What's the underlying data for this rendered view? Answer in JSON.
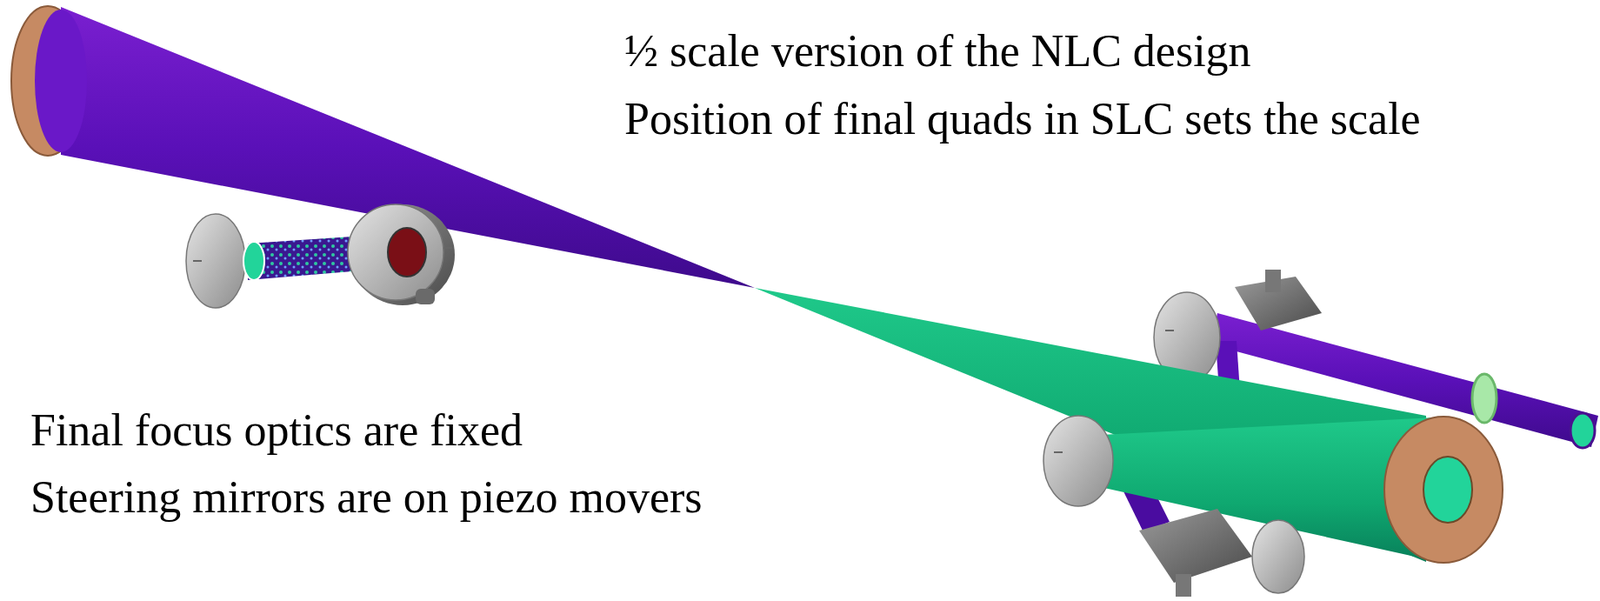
{
  "diagram": {
    "labels": [
      "½ scale version of the NLC design",
      "Position of final quads in SLC sets the scale",
      "Final focus optics are fixed",
      "Steering mirrors are on piezo movers"
    ]
  }
}
